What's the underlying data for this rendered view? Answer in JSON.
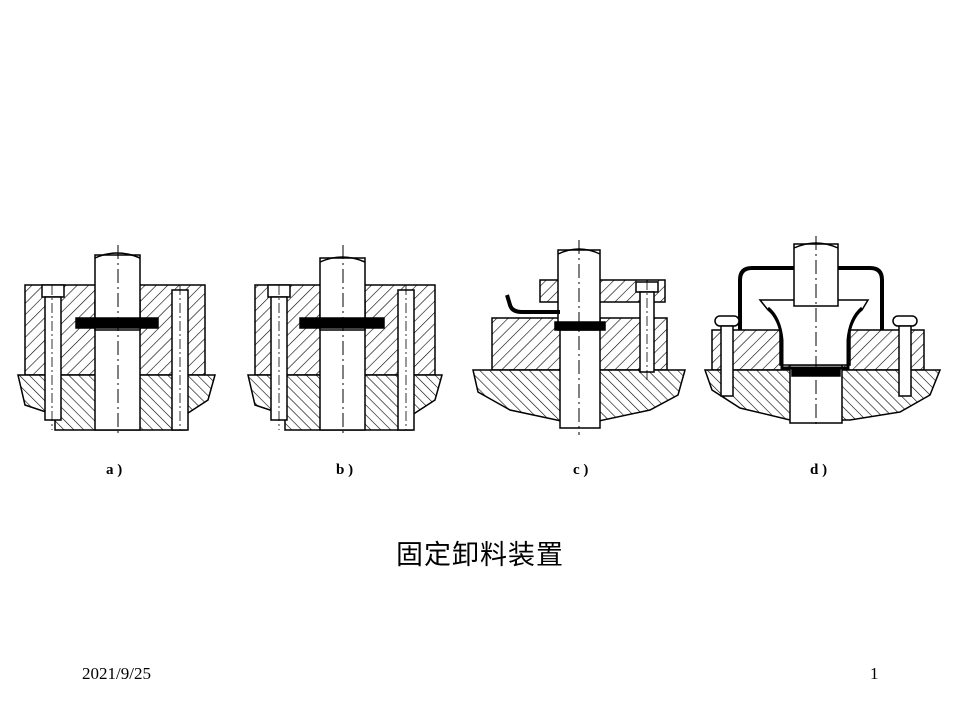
{
  "figures": [
    {
      "id": "a",
      "label": "a )"
    },
    {
      "id": "b",
      "label": "b )"
    },
    {
      "id": "c",
      "label": "c )"
    },
    {
      "id": "d",
      "label": "d )"
    }
  ],
  "title": "固定卸料装置",
  "footer": {
    "date": "2021/9/25",
    "page": "1"
  }
}
